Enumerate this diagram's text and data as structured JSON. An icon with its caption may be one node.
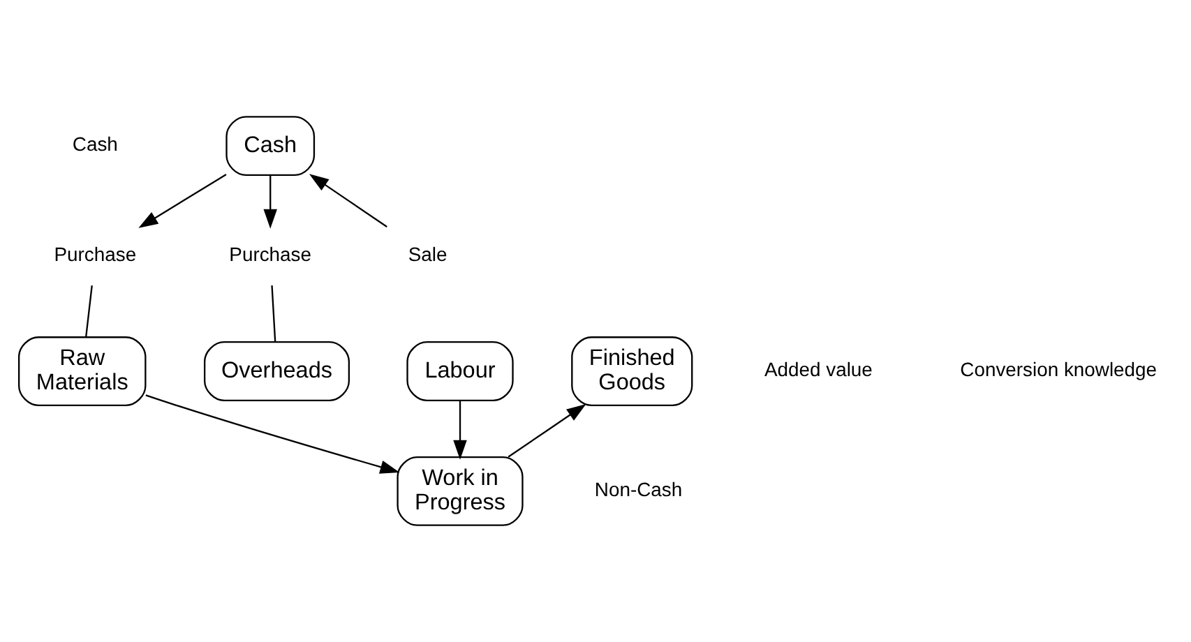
{
  "diagram": {
    "nodes": [
      {
        "text": [
          "Cash"
        ]
      },
      {
        "text": [
          "Purchase"
        ]
      },
      {
        "text": [
          "Purchase"
        ]
      },
      {
        "text": [
          "Sale"
        ]
      },
      {
        "text": [
          "Raw Materials"
        ]
      },
      {
        "text": [
          "Overheads"
        ]
      },
      {
        "text": [
          "Labour"
        ]
      },
      {
        "text": [
          "Work in Progress"
        ]
      },
      {
        "text": [
          "Finished Goods"
        ]
      }
    ],
    "edges": [
      {
        "from": 0,
        "to": 1,
        "arrow": "to"
      },
      {
        "from": 0,
        "to": 2,
        "arrow": "to"
      },
      {
        "from": 3,
        "to": 0,
        "arrow": "to"
      },
      {
        "from": 1,
        "to": 4,
        "arrow": "none"
      },
      {
        "from": 2,
        "to": 5,
        "arrow": "none"
      },
      {
        "from": 4,
        "to": 7,
        "arrow": "to"
      },
      {
        "from": 6,
        "to": 7,
        "arrow": "to"
      },
      {
        "from": 7,
        "to": 8,
        "arrow": "to"
      }
    ],
    "labels": [
      "Cash",
      "Added value",
      "Conversion knowledge",
      "Non-Cash"
    ]
  }
}
